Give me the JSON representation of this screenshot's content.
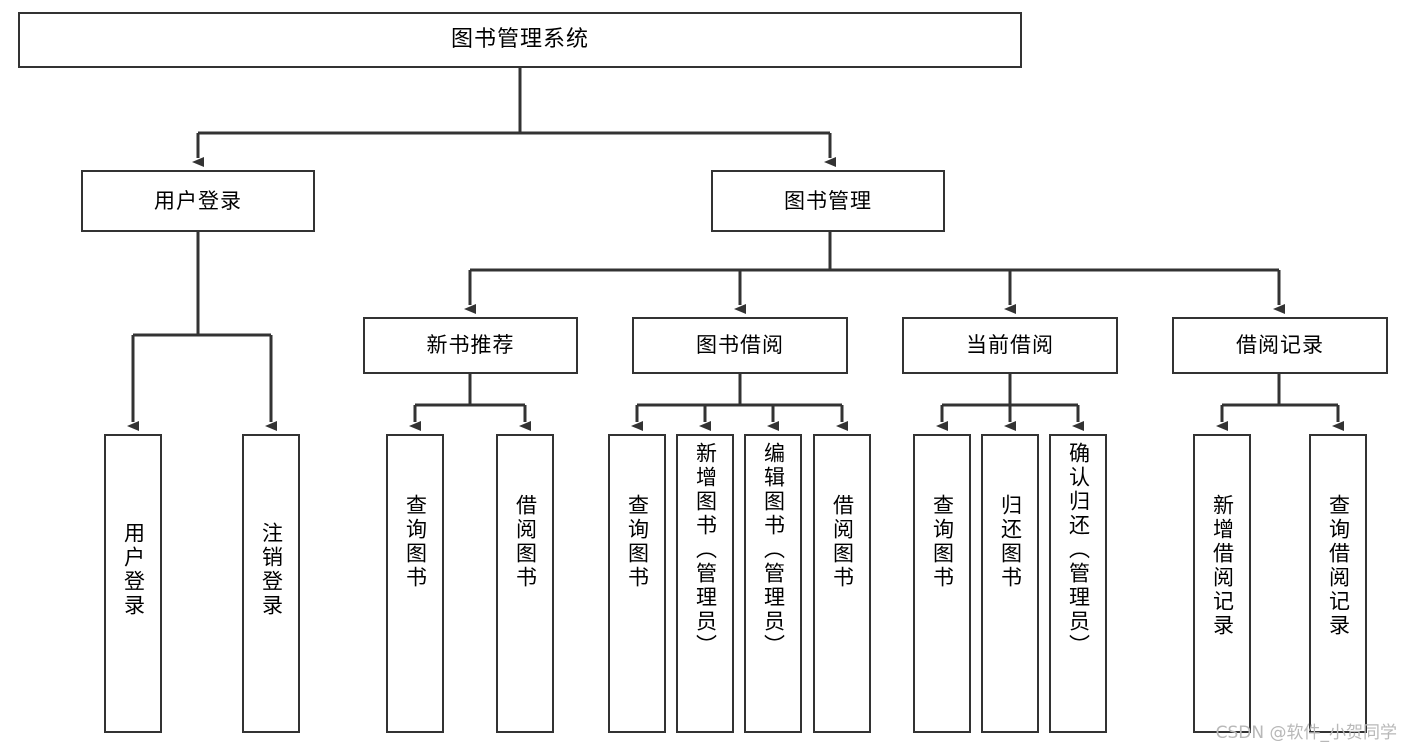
{
  "diagram": {
    "title": "图书管理系统",
    "type": "tree",
    "watermark": "CSDN @软件_小贺同学",
    "colors": {
      "box_border": "#333333",
      "box_fill": "#ffffff",
      "edge": "#333333",
      "text": "#000000",
      "watermark": "#b8b8b8"
    },
    "levels": {
      "root": {
        "label": "图书管理系统"
      },
      "level2": [
        {
          "label": "用户登录"
        },
        {
          "label": "图书管理"
        }
      ],
      "level3": [
        {
          "label": "新书推荐"
        },
        {
          "label": "图书借阅"
        },
        {
          "label": "当前借阅"
        },
        {
          "label": "借阅记录"
        }
      ]
    },
    "leaves": {
      "user_login": [
        {
          "label": "用户登录"
        },
        {
          "label": "注销登录"
        }
      ],
      "new_book_recommend": [
        {
          "label": "查询图书"
        },
        {
          "label": "借阅图书"
        }
      ],
      "book_borrow": [
        {
          "label": "查询图书"
        },
        {
          "label": "新增图书（管理员）"
        },
        {
          "label": "编辑图书（管理员）"
        },
        {
          "label": "借阅图书"
        }
      ],
      "current_borrow": [
        {
          "label": "查询图书"
        },
        {
          "label": "归还图书"
        },
        {
          "label": "确认归还（管理员）"
        }
      ],
      "borrow_record": [
        {
          "label": "新增借阅记录"
        },
        {
          "label": "查询借阅记录"
        }
      ]
    }
  }
}
